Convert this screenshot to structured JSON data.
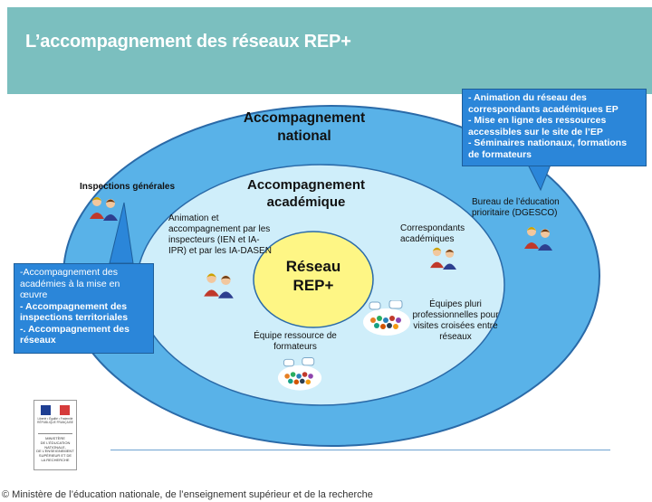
{
  "title": "L’accompagnement des réseaux REP+",
  "rings": {
    "national": {
      "line1": "Accompagnement",
      "line2": "national"
    },
    "academique": {
      "line1": "Accompagnement",
      "line2": "académique"
    },
    "reseau": {
      "line1": "Réseau",
      "line2": "REP+"
    }
  },
  "labels": {
    "inspections": "Inspections générales",
    "animation": [
      "Animation et",
      "accompagnement par les",
      "inspecteurs (IEN et IA-",
      "IPR) et par les IA-DASEN"
    ],
    "correspondants": [
      "Correspondants",
      "académiques"
    ],
    "bureau": [
      "Bureau de l’éducation",
      "prioritaire (DGESCO)"
    ],
    "equipes_pluri": [
      "Équipes pluri",
      "professionnelles pour",
      "visites croisées entre",
      "réseaux"
    ],
    "equipe_ressource": [
      "Équipe ressource de",
      "formateurs"
    ]
  },
  "callouts": {
    "top_right": [
      "- Animation du réseau des",
      "correspondants académiques EP",
      "- Mise en ligne des ressources",
      "accessibles sur le site de l’EP",
      "- Séminaires nationaux, formations",
      "de formateurs"
    ],
    "left": [
      "-Accompagnement des",
      "académies à la mise en",
      "œuvre",
      "- Accompagnement des",
      "inspections territoriales",
      "-. Accompagnement des",
      "réseaux"
    ]
  },
  "logo": {
    "small": [
      "Liberté • Égalité • Fraternité",
      "RÉPUBLIQUE FRANÇAISE"
    ],
    "text": [
      "MINISTÈRE",
      "DE L’ÉDUCATION",
      "NATIONALE,",
      "DE L’ENSEIGNEMENT",
      "SUPÉRIEUR ET DE",
      "LA RECHERCHE"
    ]
  },
  "copyright": "© Ministère de l’éducation nationale, de l’enseignement supérieur et de la recherche",
  "icons": [
    "people-icon",
    "crowd-speech-icon"
  ],
  "colors": {
    "header": "#7bbfbf",
    "outer_ring": "#59b2e8",
    "middle_ring": "#cfeefa",
    "center": "#fef685",
    "callout": "#2b86d9"
  }
}
